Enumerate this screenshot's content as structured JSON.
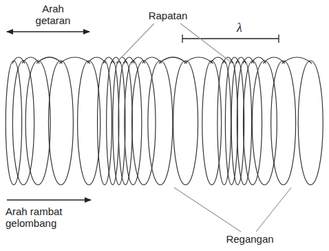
{
  "diagram": {
    "labels": [
      "Arah getaran",
      "Rapatan",
      "λ",
      "Arah rambat gelombang",
      "Regangan"
    ]
  }
}
